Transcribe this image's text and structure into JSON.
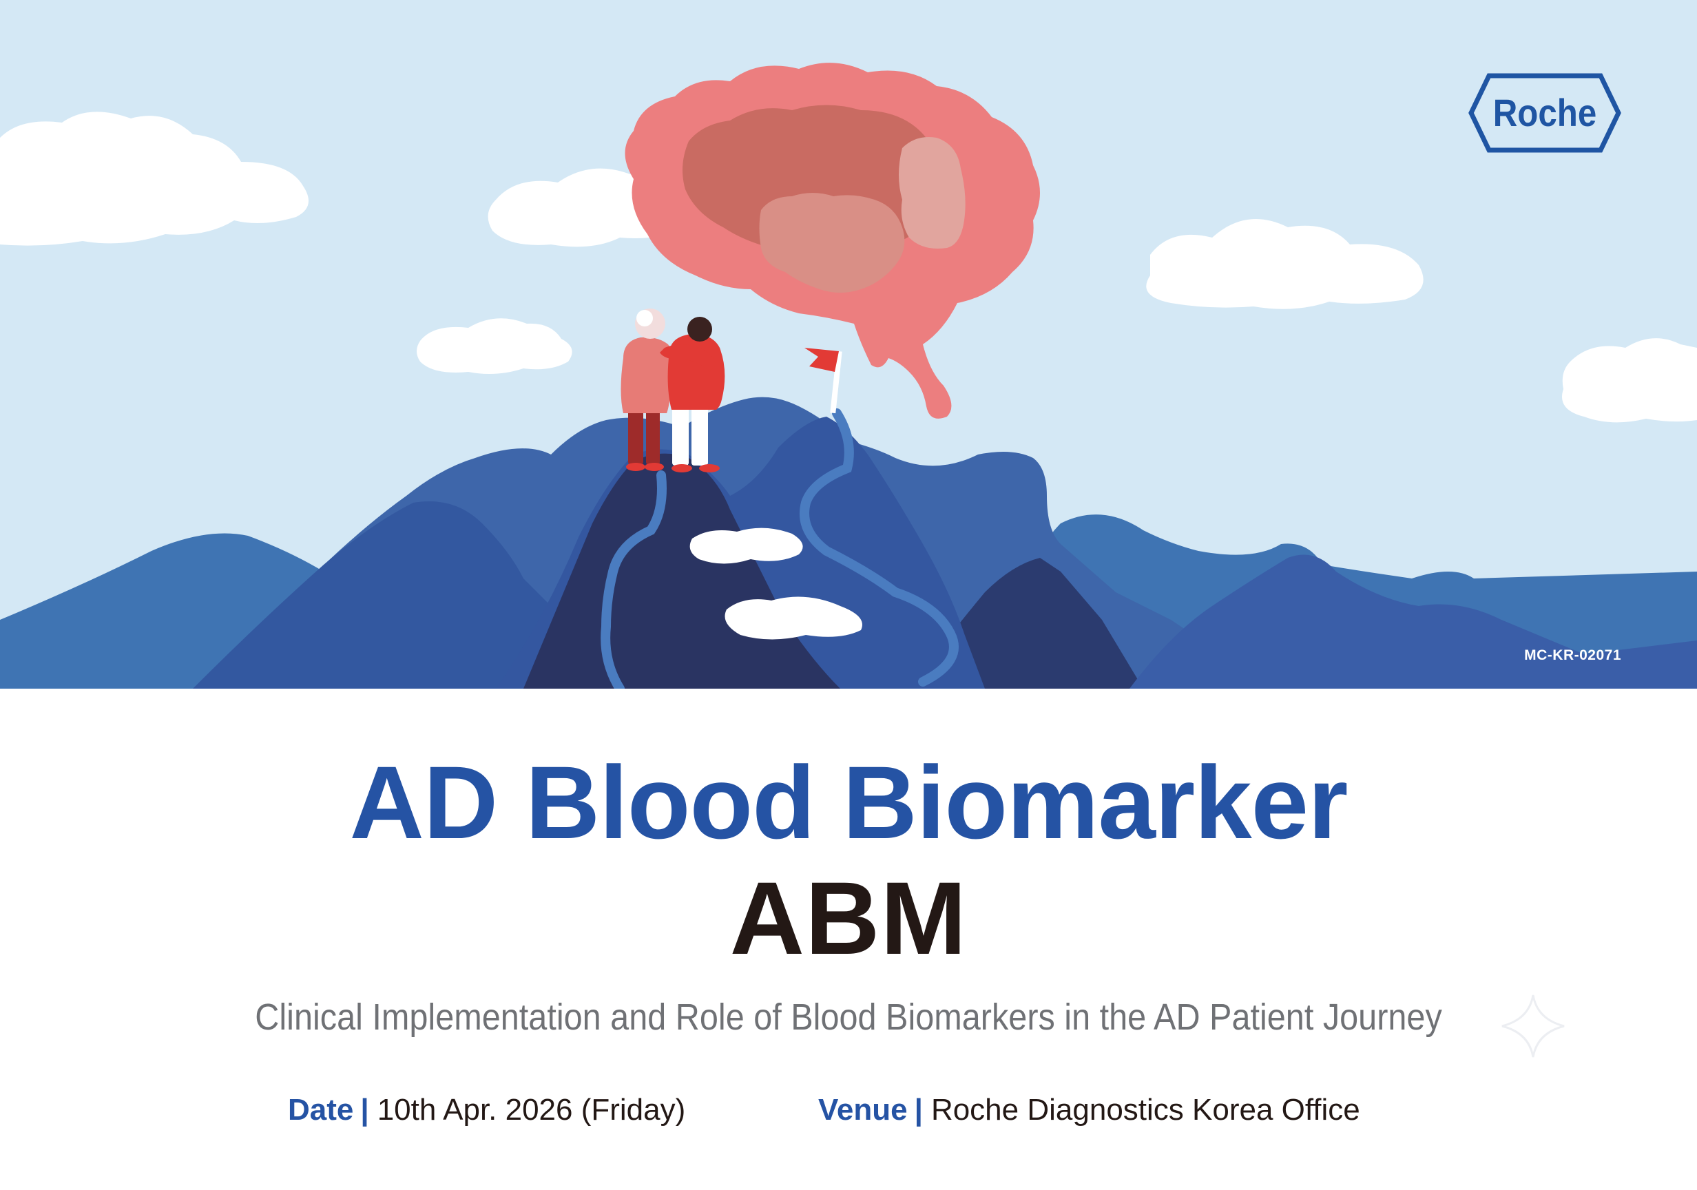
{
  "hero": {
    "illustration": "two-people-on-mountain-peak-with-brain-cloud"
  },
  "logo": {
    "text": "Roche",
    "color": "#1f55a3"
  },
  "ref_code": "MC-KR-02071",
  "title": "AD Blood Biomarker",
  "abbreviation": "ABM",
  "subtitle": "Clinical Implementation and Role of Blood Biomarkers in the AD Patient Journey",
  "date": {
    "label": "Date",
    "separator": "|",
    "value": "10th Apr. 2026 (Friday)"
  },
  "venue": {
    "label": "Venue",
    "separator": "|",
    "value": "Roche Diagnostics Korea Office"
  },
  "colors": {
    "accent_blue": "#2553a4",
    "dark_text": "#231815",
    "sky": "#d4e8f5",
    "brain": "#ec7e7f",
    "mountain": "#3d62a8",
    "flag": "#e23a35"
  },
  "icons": {
    "sparkle": "sparkle-icon"
  }
}
